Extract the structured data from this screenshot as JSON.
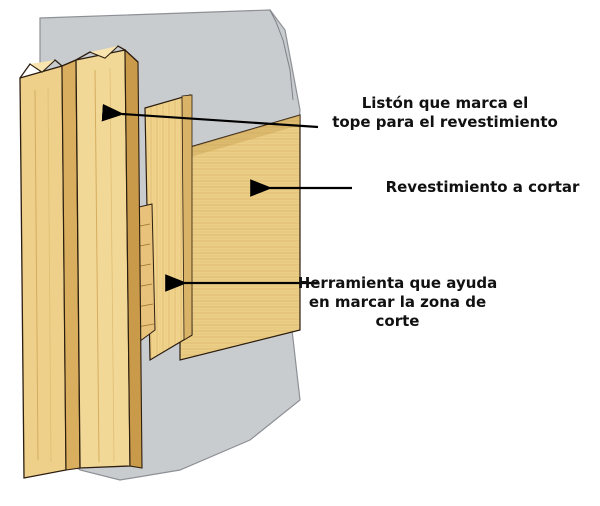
{
  "labels": {
    "liston": [
      "Listón que marca el",
      "tope para el revestimiento"
    ],
    "revestimiento": [
      "Revestimiento a cortar"
    ],
    "herramienta": [
      "Herramienta que ayuda",
      "en marcar la zona de",
      "corte"
    ]
  },
  "colors": {
    "wall": "#c9cccf",
    "wall_edge": "#8d9095",
    "wood_light": "#f1d896",
    "wood_mid": "#e2bd6c",
    "wood_dark": "#b88a3a",
    "outline": "#2b1d10",
    "arrow": "#000000"
  }
}
